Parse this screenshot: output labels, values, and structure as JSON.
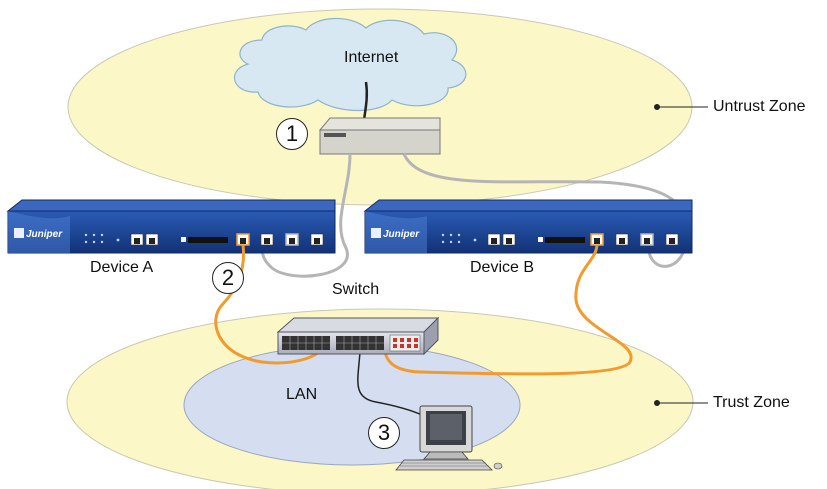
{
  "labels": {
    "internet": "Internet",
    "untrust_zone": "Untrust Zone",
    "trust_zone": "Trust Zone",
    "device_a": "Device A",
    "device_b": "Device B",
    "switch": "Switch",
    "lan": "LAN"
  },
  "brand": "Juniper",
  "callouts": [
    "1",
    "2",
    "3"
  ],
  "colors": {
    "zone_fill": "#fcf7c6",
    "lan_fill": "#d5def0",
    "cloud_fill": "#d8e8f2",
    "device_body": "#1a3e8c",
    "orange_cable": "#f29a2e",
    "gray_cable": "#b5b5b5",
    "router": "#d4d4cc",
    "switch_body": "#c9ccd6"
  }
}
